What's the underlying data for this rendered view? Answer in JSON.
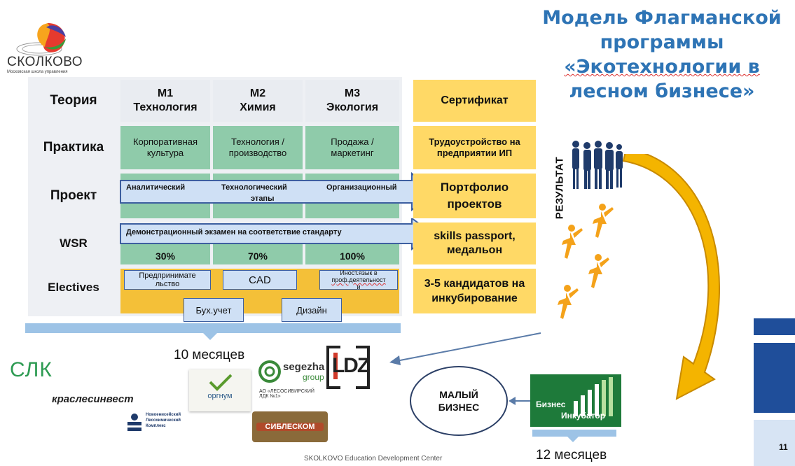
{
  "logo": {
    "name": "СКОЛКОВО",
    "subtitle": "Московская школа управления"
  },
  "title": {
    "line1": "Модель Флагманской",
    "line2": "программы",
    "line3": "«Экотехнологии в",
    "line4": "лесном бизнесе»"
  },
  "table": {
    "rows": {
      "theory": "Теория",
      "practice": "Практика",
      "project": "Проект",
      "wsr": "WSR",
      "electives": "Electives"
    },
    "modules": [
      {
        "code": "М1",
        "name": "Технология"
      },
      {
        "code": "М2",
        "name": "Химия"
      },
      {
        "code": "М3",
        "name": "Экология"
      }
    ],
    "practice": [
      "Корпоративная культура",
      "Технология / производство",
      "Продажа / маркетинг"
    ],
    "project_stages": [
      "Аналитический",
      "Технологический",
      "Организационный"
    ],
    "project_stages_note": "этапы",
    "wsr_arrow": "Демонстрационный экзамен на соответствие стандарту",
    "wsr_percents": [
      "30%",
      "70%",
      "100%"
    ],
    "electives": {
      "e1": "Предпринимательство",
      "e1_a": "Предпринимате",
      "e1_b": "льство",
      "e2": "CAD",
      "e3_a": "Иност.язык в",
      "e3_b": "проф.деятельност",
      "e3_c": "и",
      "e4": "Бух.учет",
      "e5": "Дизайн"
    }
  },
  "results": {
    "certificate": "Сертификат",
    "employment_a": "Трудоустройство на",
    "employment_b": "предприятии ИП",
    "portfolio_a": "Портфолио",
    "portfolio_b": "проектов",
    "skills_a": "skills passport,",
    "skills_b": "медальон",
    "candidates_a": "3-5 кандидатов на",
    "candidates_b": "инкубирование"
  },
  "side_label": "РЕЗУЛЬТАТ",
  "duration_main": "10 месяцев",
  "duration_incubator": "12 месяцев",
  "small_business_a": "МАЛЫЙ",
  "small_business_b": "БИЗНЕС",
  "incubator_a": "Бизнес",
  "incubator_b": "Инкубатор",
  "partners": {
    "slk": "СЛК",
    "kraslesinvest": "краслесинвест",
    "orgnum": "оргнум",
    "novoyeniseysk_a": "Новоенисейский",
    "novoyeniseysk_b": "Лесохимический",
    "novoyeniseysk_c": "Комплекс",
    "segezha_a": "segezha",
    "segezha_b": "group",
    "lesosib_a": "АО «ЛЕСОСИБИРСКИЙ",
    "lesosib_b": "ЛДК №1»",
    "sibleskom": "СИБЛЕСКОМ",
    "ldz": "LDZ"
  },
  "footer": "SKOLKOVO Education Development Center",
  "page_number": "11",
  "colors": {
    "blue_title": "#2e74b5",
    "green": "#8fcbaa",
    "yellow": "#ffd966",
    "gold": "#f4c038",
    "arrow_fill": "#cfe0f5",
    "arrow_stroke": "#3d5fa0"
  }
}
